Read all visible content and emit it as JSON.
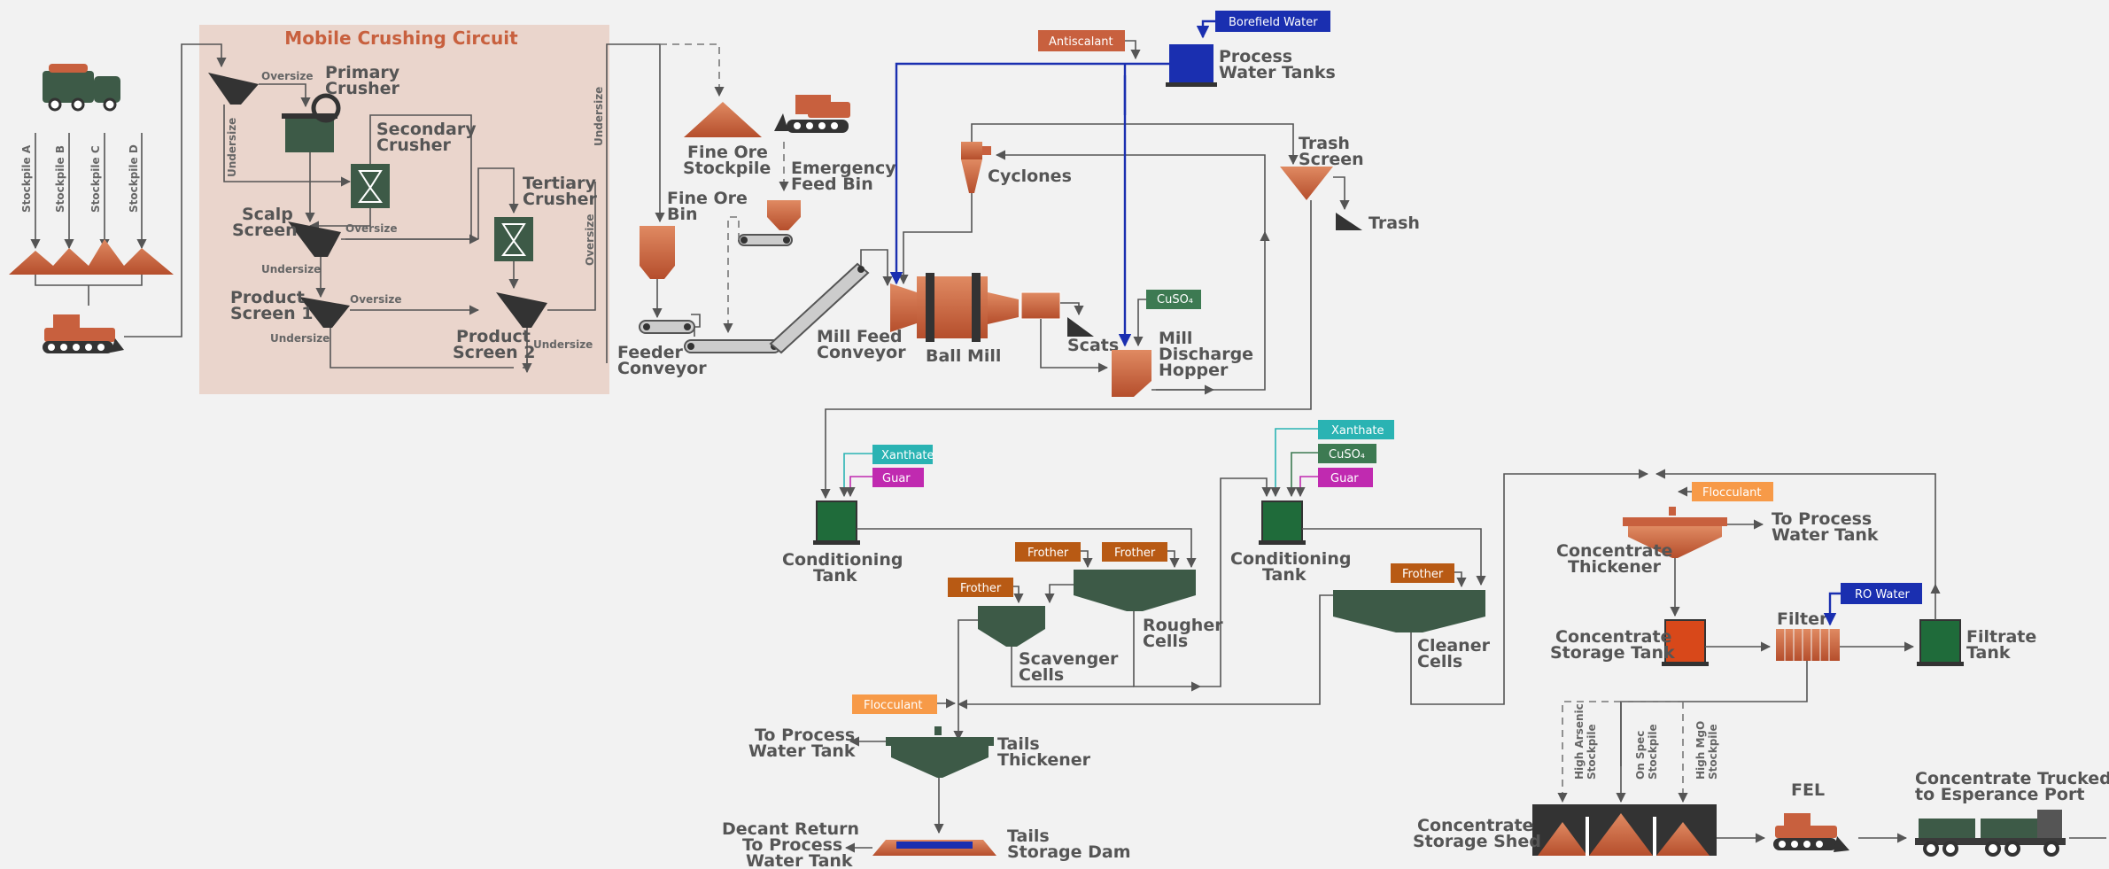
{
  "circuit": {
    "title": "Mobile Crushing Circuit"
  },
  "stockpiles": [
    "Stockpile A",
    "Stockpile B",
    "Stockpile C",
    "Stockpile D"
  ],
  "flow": {
    "oversize": "Oversize",
    "undersize": "Undersize"
  },
  "equipment": {
    "primary_crusher": [
      "Primary",
      "Crusher"
    ],
    "secondary_crusher": [
      "Secondary",
      "Crusher"
    ],
    "tertiary_crusher": [
      "Tertiary",
      "Crusher"
    ],
    "scalp_screen": [
      "Scalp",
      "Screen"
    ],
    "product_screen_1": [
      "Product",
      "Screen 1"
    ],
    "product_screen_2": [
      "Product",
      "Screen 2"
    ],
    "fine_ore_stockpile": [
      "Fine Ore",
      "Stockpile"
    ],
    "fine_ore_bin": [
      "Fine Ore",
      "Bin"
    ],
    "emergency_feed_bin": [
      "Emergency",
      "Feed Bin"
    ],
    "feeder_conveyor": [
      "Feeder",
      "Conveyor"
    ],
    "mill_feed_conveyor": [
      "Mill Feed",
      "Conveyor"
    ],
    "ball_mill": "Ball Mill",
    "scats": "Scats",
    "mill_discharge_hopper": [
      "Mill",
      "Discharge",
      "Hopper"
    ],
    "cyclones": "Cyclones",
    "trash_screen": [
      "Trash",
      "Screen"
    ],
    "trash": "Trash",
    "process_water_tanks": [
      "Process",
      "Water Tanks"
    ],
    "conditioning_tank_1": [
      "Conditioning",
      "Tank"
    ],
    "conditioning_tank_2": [
      "Conditioning",
      "Tank"
    ],
    "scavenger_cells": [
      "Scavenger",
      "Cells"
    ],
    "rougher_cells": [
      "Rougher",
      "Cells"
    ],
    "cleaner_cells": [
      "Cleaner",
      "Cells"
    ],
    "tails_thickener": [
      "Tails",
      "Thickener"
    ],
    "tails_storage_dam": [
      "Tails",
      "Storage Dam"
    ],
    "to_process_water_tank_1": [
      "To Process",
      "Water Tank"
    ],
    "decant_return": [
      "Decant Return",
      "To Process",
      "Water Tank"
    ],
    "concentrate_thickener": [
      "Concentrate",
      "Thickener"
    ],
    "to_process_water_tank_2": [
      "To Process",
      "Water Tank"
    ],
    "concentrate_storage_tank": [
      "Concentrate",
      "Storage Tank"
    ],
    "filter": "Filter",
    "filtrate_tank": [
      "Filtrate",
      "Tank"
    ],
    "concentrate_storage_shed": [
      "Concentrate",
      "Storage Shed"
    ],
    "fel": "FEL",
    "concentrate_trucked": [
      "Concentrate Trucked",
      "to Esperance Port"
    ]
  },
  "stockpile_labels": [
    "High Arsenic Stockpile",
    "On Spec Stockpile",
    "High MgO Stockpile"
  ],
  "reagents": {
    "borefield_water": "Borefield Water",
    "antiscalant": "Antiscalant",
    "cuso4": "CuSO₄",
    "xanthate": "Xanthate",
    "guar": "Guar",
    "frother": "Frother",
    "flocculant": "Flocculant",
    "ro_water": "RO Water"
  },
  "colors": {
    "copper": "#c8603e",
    "copper_light": "#e4a07e",
    "green_dark": "#3d5a47",
    "green": "#1f6b3a",
    "blue": "#1a2fb0",
    "teal": "#2ab3b3",
    "magenta": "#c02ab0",
    "brown": "#b85a14",
    "orange_light": "#f79a48",
    "charcoal": "#3a3a3a",
    "circuit_bg": "#ead5cc"
  }
}
